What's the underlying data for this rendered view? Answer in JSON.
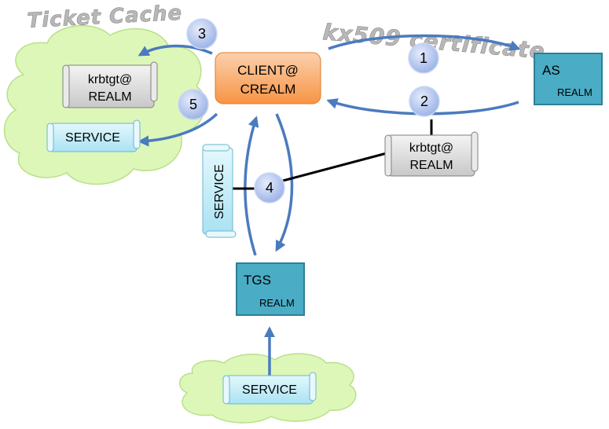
{
  "diagram": {
    "titles": {
      "ticket_cache": "Ticket Cache",
      "certificate": "kx509 certificate"
    },
    "client": {
      "line1": "CLIENT@",
      "line2": "CREALM"
    },
    "as": {
      "name": "AS",
      "realm": "REALM"
    },
    "tgs": {
      "name": "TGS",
      "realm": "REALM"
    },
    "tickets": {
      "cache_tgt": {
        "line1": "krbtgt@",
        "line2": "REALM"
      },
      "cache_service": "SERVICE",
      "issued_tgt": {
        "line1": "krbtgt@",
        "line2": "REALM"
      },
      "request_service": "SERVICE",
      "bottom_service": "SERVICE"
    },
    "steps": [
      "1",
      "2",
      "3",
      "4",
      "5"
    ],
    "colors": {
      "client_fill": "#f9a86a",
      "server_fill": "#4aacc5",
      "cloud_fill": "#ddf7b8",
      "ticket_grey": "#d9d9d9",
      "ticket_blue": "#c6eef8",
      "arrow": "#4a7bbf",
      "step_fill": "#b4c7f0"
    }
  }
}
